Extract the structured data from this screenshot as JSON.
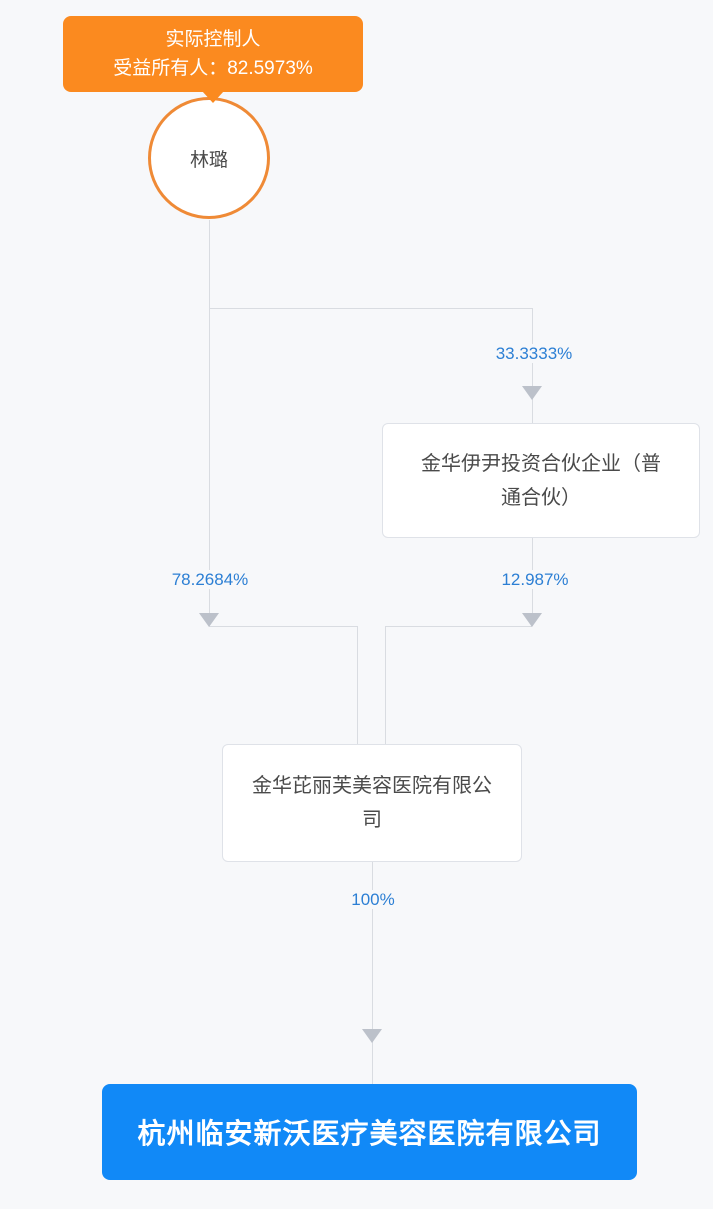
{
  "diagram": {
    "type": "equity-ownership-structure",
    "controller_badge": {
      "line1": "实际控制人",
      "line2": "受益所有人：82.5973%"
    },
    "nodes": {
      "person": {
        "label": "林璐",
        "shape": "circle"
      },
      "partner": {
        "label": "金华伊尹投资合伙企业（普通合伙）",
        "shape": "box"
      },
      "mid": {
        "label": "金华芘丽芙美容医院有限公司",
        "shape": "box"
      },
      "target": {
        "label": "杭州临安新沃医疗美容医院有限公司",
        "shape": "highlight-box"
      }
    },
    "edges": [
      {
        "from": "person",
        "to": "partner",
        "label": "33.3333%"
      },
      {
        "from": "person",
        "to": "mid",
        "label": "78.2684%"
      },
      {
        "from": "partner",
        "to": "mid",
        "label": "12.987%"
      },
      {
        "from": "mid",
        "to": "target",
        "label": "100%"
      }
    ],
    "colors": {
      "background": "#f7f8fa",
      "badge_orange": "#fb8a1f",
      "circle_border_orange": "#ef8a36",
      "highlight_blue": "#1189f7",
      "percent_text_blue": "#2c7fd4",
      "connector_gray": "#d9dce1",
      "arrow_gray": "#bcc1ca",
      "node_text": "#4a4a4a"
    }
  }
}
